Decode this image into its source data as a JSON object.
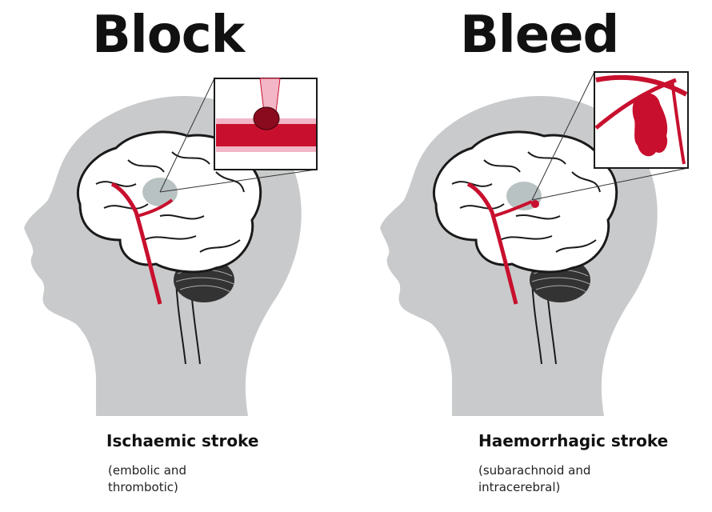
{
  "panels": [
    {
      "title": "Block",
      "caption_title": "Ischaemic stroke",
      "caption_line1": "(embolic and",
      "caption_line2": "thrombotic)"
    },
    {
      "title": "Bleed",
      "caption_title": "Haemorrhagic stroke",
      "caption_line1": "(subarachnoid and",
      "caption_line2": "intracerebral)"
    }
  ],
  "colors": {
    "head": "#c9cacb",
    "brain_fill": "#ffffff",
    "outline": "#1a1a1a",
    "artery": "#c8102e",
    "vessel_pink": "#f2b6c6",
    "blood": "#c8102e"
  },
  "icons": {
    "left_inset": "clot-in-artery-icon",
    "right_inset": "ruptured-vessel-icon"
  }
}
